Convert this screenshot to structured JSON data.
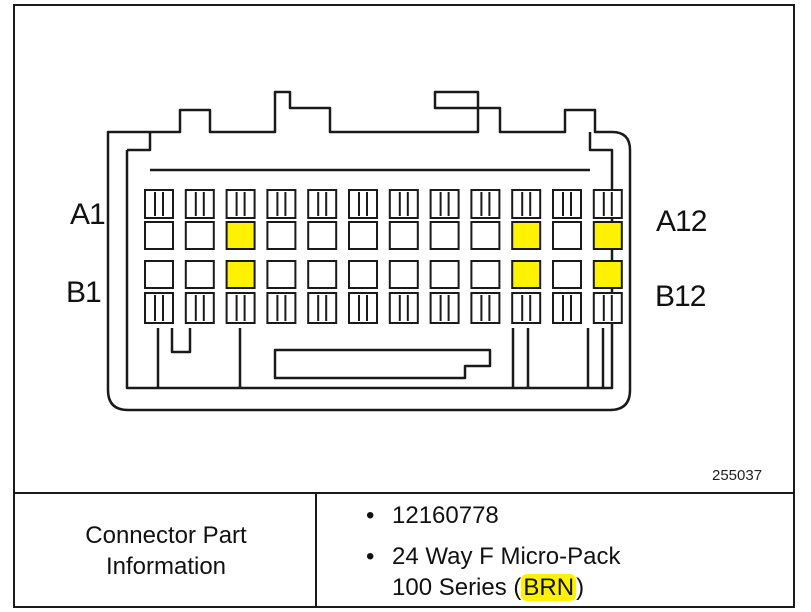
{
  "pin_labels": {
    "a_first": "A1",
    "a_last": "A12",
    "b_first": "B1",
    "b_last": "B12"
  },
  "highlighted_pins": [
    "A3",
    "A10",
    "A12",
    "B3",
    "B10",
    "B12"
  ],
  "figure_number": "255037",
  "info": {
    "label_line1": "Connector Part",
    "label_line2": "Information",
    "bullet": "•",
    "part_number": "12160778",
    "description_line1": "24 Way F Micro-Pack",
    "description_line2_prefix": "100 Series (",
    "description_color_code": "BRN",
    "description_line2_suffix": ")"
  },
  "colors": {
    "highlight": "#fff200",
    "line": "#1a1a1a"
  }
}
